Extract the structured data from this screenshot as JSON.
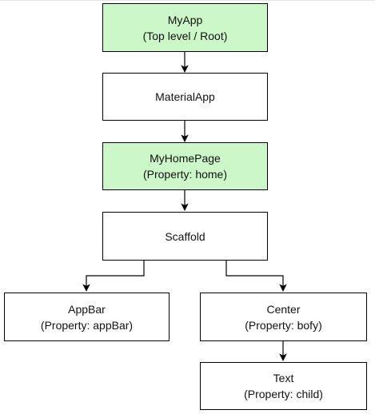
{
  "colors": {
    "highlight_fill": "#ccf7c8",
    "default_fill": "#ffffff",
    "stroke": "#000000"
  },
  "nodes": {
    "myapp": {
      "line1": "MyApp",
      "line2": "(Top level / Root)"
    },
    "materialapp": {
      "line1": "MaterialApp"
    },
    "myhomepage": {
      "line1": "MyHomePage",
      "line2": "(Property: home)"
    },
    "scaffold": {
      "line1": "Scaffold"
    },
    "appbar": {
      "line1": "AppBar",
      "line2": "(Property: appBar)"
    },
    "center": {
      "line1": "Center",
      "line2": "(Property: bofy)"
    },
    "text": {
      "line1": "Text",
      "line2": "(Property: child)"
    }
  }
}
